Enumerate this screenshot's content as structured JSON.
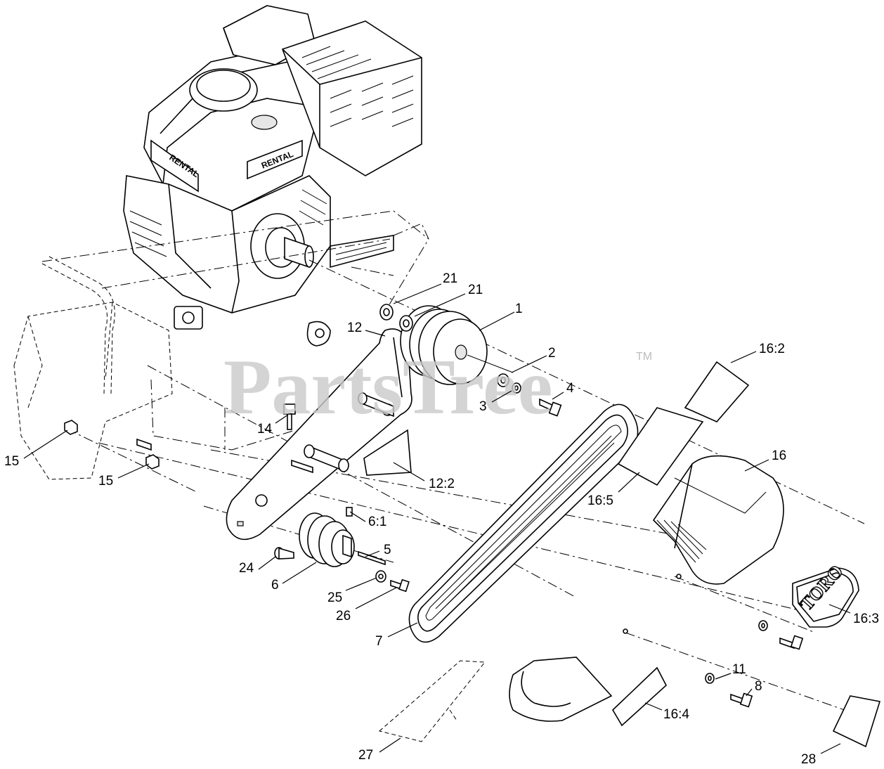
{
  "watermark": {
    "text": "PartsTree",
    "trademark": "TM"
  },
  "decals": {
    "engine_label": "RENTAL",
    "guard_logo": "TORO"
  },
  "callouts": {
    "c21a": "21",
    "c21b": "21",
    "c1": "1",
    "c12": "12",
    "c2": "2",
    "c3": "3",
    "c4": "4",
    "c16_2": "16:2",
    "c14": "14",
    "c15a": "15",
    "c15b": "15",
    "c12_2": "12:2",
    "c16": "16",
    "c16_5": "16:5",
    "c6_1": "6:1",
    "c5": "5",
    "c24": "24",
    "c6": "6",
    "c25": "25",
    "c26": "26",
    "c16_3": "16:3",
    "c7": "7",
    "c11": "11",
    "c8": "8",
    "c16_4": "16:4",
    "c27": "27",
    "c28": "28"
  }
}
